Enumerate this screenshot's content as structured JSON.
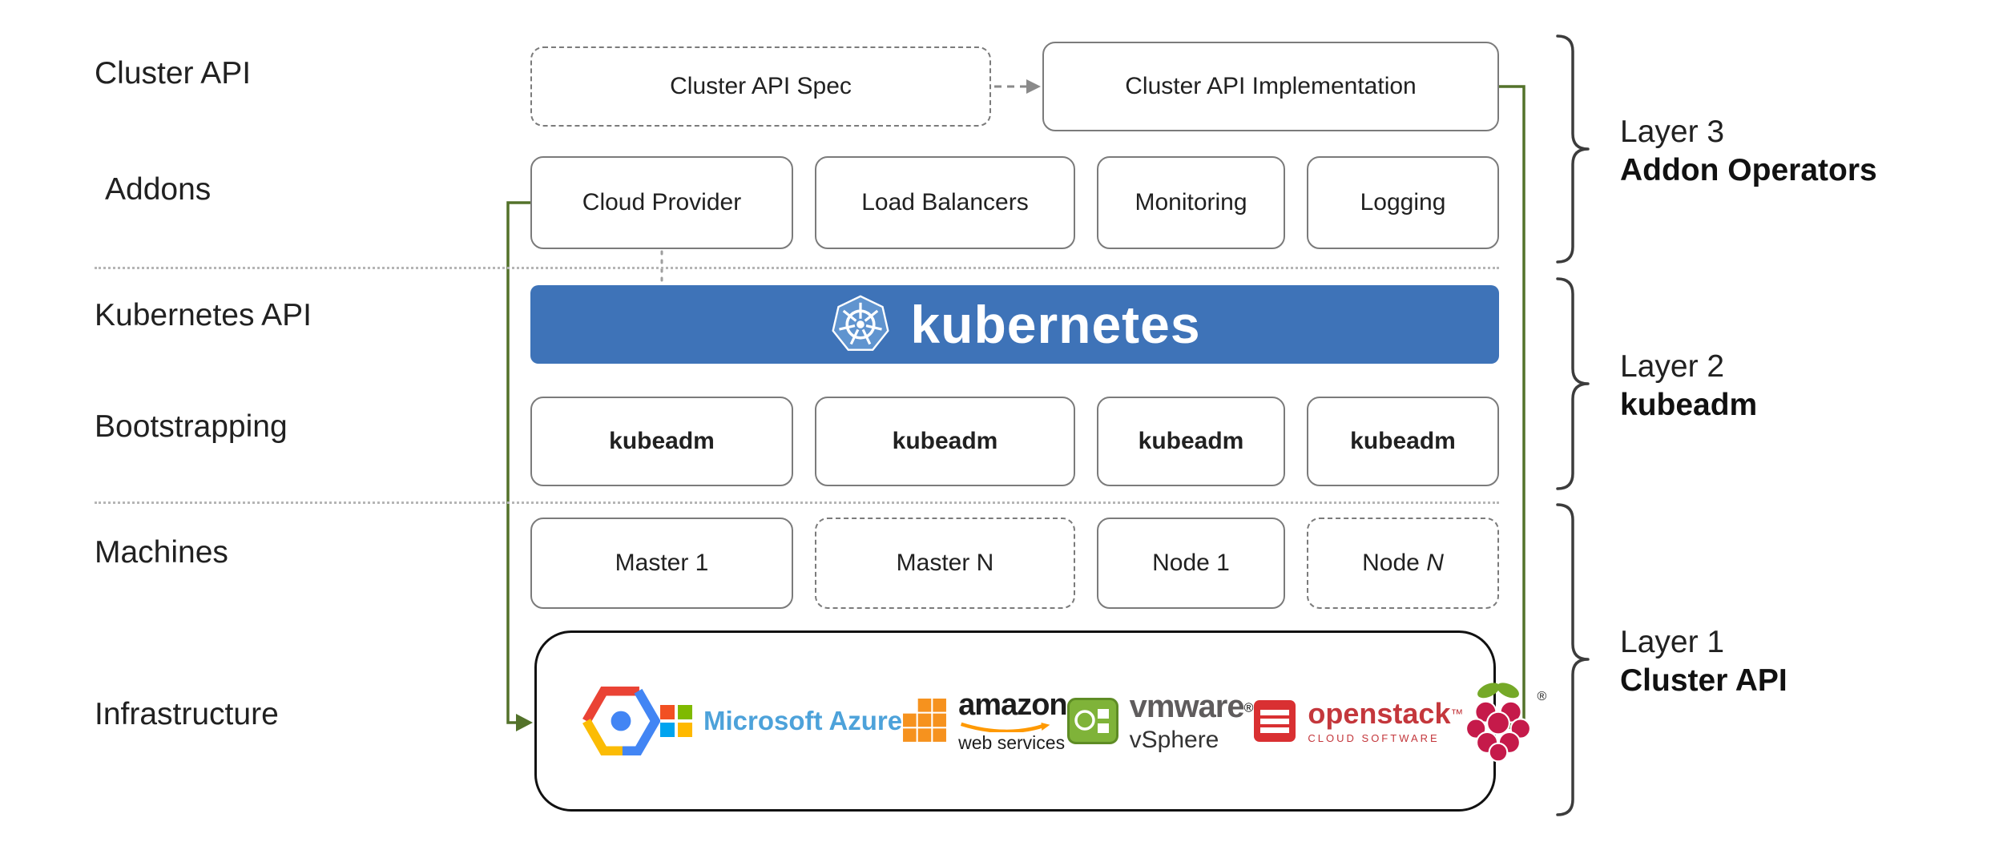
{
  "left_labels": {
    "cluster_api": "Cluster API",
    "addons": "Addons",
    "kubernetes_api": "Kubernetes API",
    "bootstrapping": "Bootstrapping",
    "machines": "Machines",
    "infrastructure": "Infrastructure"
  },
  "cluster_api_row": {
    "spec_label": "Cluster API Spec",
    "implementation_label": "Cluster API Implementation"
  },
  "addons_row": {
    "cloud_provider": "Cloud Provider",
    "load_balancers": "Load Balancers",
    "monitoring": "Monitoring",
    "logging": "Logging"
  },
  "kubernetes_banner": {
    "label": "kubernetes"
  },
  "bootstrapping_row": {
    "kubeadm_1": "kubeadm",
    "kubeadm_2": "kubeadm",
    "kubeadm_3": "kubeadm",
    "kubeadm_4": "kubeadm"
  },
  "machines_row": {
    "master_1": "Master 1",
    "master_n": "Master N",
    "node_1": "Node 1",
    "node_n_prefix": "Node ",
    "node_n_suffix": "N"
  },
  "infrastructure_row": {
    "azure_text": "Microsoft Azure",
    "amazon_text": "amazon",
    "amazon_sub": "web services",
    "vmware_text": "vmware",
    "vmware_reg": "®",
    "vmware_sub": "vSphere",
    "openstack_text": "openstack",
    "openstack_tm": "™",
    "openstack_sub": "CLOUD SOFTWARE",
    "rpi_reg": "®"
  },
  "icons": {
    "kubernetes_logo": "kubernetes-helm-wheel",
    "google_cloud_logo": "google-cloud-hexagon",
    "microsoft_logo": "microsoft-four-squares",
    "aws_logo": "aws-orange-cubes",
    "vmware_logo": "vsphere-green-box",
    "openstack_logo": "openstack-red-cube",
    "raspberry_pi_logo": "raspberry-pi-berry"
  },
  "layer_annotations": {
    "layer3": {
      "title": "Layer 3",
      "subtitle": "Addon Operators"
    },
    "layer2": {
      "title": "Layer 2",
      "subtitle": "kubeadm"
    },
    "layer1": {
      "title": "Layer 1",
      "subtitle": "Cluster API"
    }
  },
  "colors": {
    "kubernetes_banner_blue": "#3e73b8",
    "connector_green": "#53722a",
    "box_border_gray": "#7b7b7b"
  }
}
